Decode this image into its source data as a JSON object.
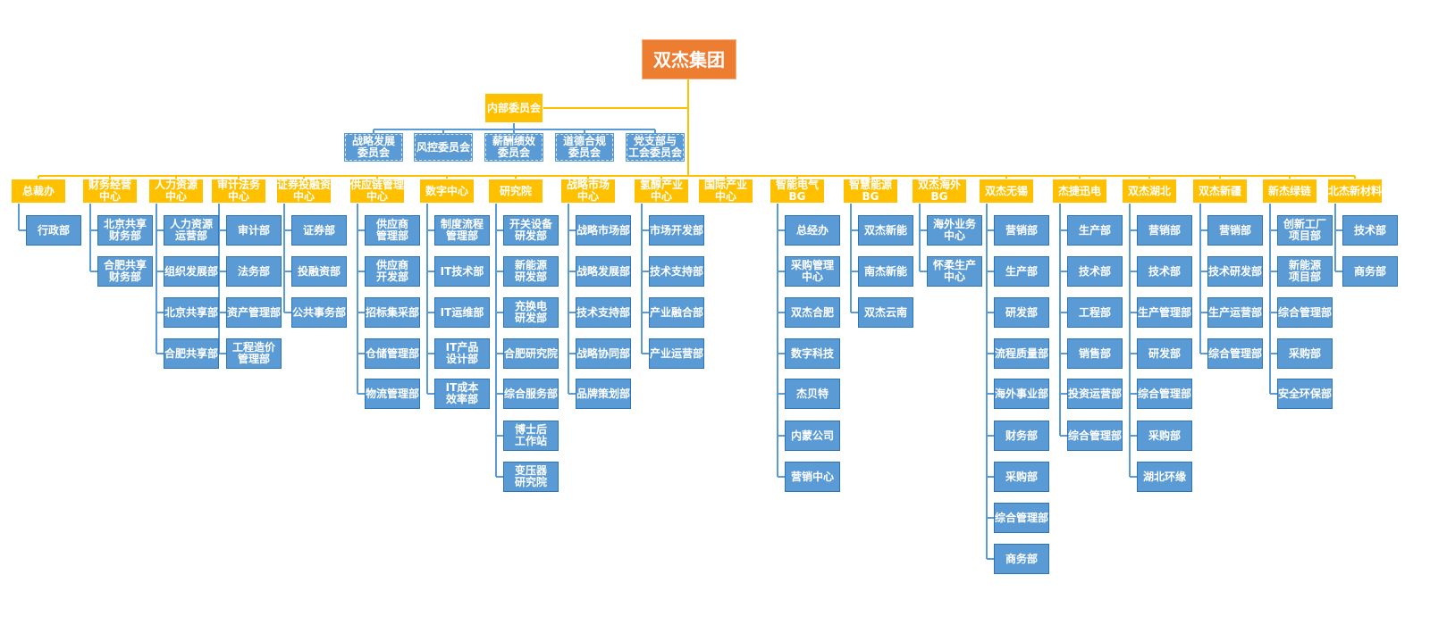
{
  "root": "双杰集团",
  "committee": {
    "label": "内部委员会",
    "members": [
      "战略发展\n委员会",
      "风控委员会",
      "薪酬绩效\n委员会",
      "道德合规\n委员会",
      "党支部与\n工会委员会"
    ]
  },
  "departments": [
    {
      "name": "总裁办",
      "children": [
        "行政部"
      ]
    },
    {
      "name": "财务经营\n中心",
      "children": [
        "北京共享\n财务部",
        "合肥共享\n财务部"
      ]
    },
    {
      "name": "人力资源\n中心",
      "children": [
        "人力资源\n运营部",
        "组织发展部",
        "北京共享部",
        "合肥共享部"
      ]
    },
    {
      "name": "审计法务\n中心",
      "children": [
        "审计部",
        "法务部",
        "资产管理部",
        "工程造价\n管理部"
      ]
    },
    {
      "name": "证券投融资\n中心",
      "children": [
        "证券部",
        "投融资部",
        "公共事务部"
      ]
    },
    {
      "name": "供应链管理\n中心",
      "children": [
        "供应商\n管理部",
        "供应商\n开发部",
        "招标集采部",
        "仓储管理部",
        "物流管理部"
      ]
    },
    {
      "name": "数字中心",
      "children": [
        "制度流程\n管理部",
        "IT技术部",
        "IT运维部",
        "IT产品\n设计部",
        "IT成本\n效率部"
      ]
    },
    {
      "name": "研究院",
      "children": [
        "开关设备\n研发部",
        "新能源\n研发部",
        "充换电\n研发部",
        "合肥研究院",
        "综合服务部",
        "博士后\n工作站",
        "变压器\n研究院"
      ]
    },
    {
      "name": "战略市场\n中心",
      "children": [
        "战略市场部",
        "战略发展部",
        "技术支持部",
        "战略协同部",
        "品牌策划部"
      ]
    },
    {
      "name": "氢醇产业\n中心",
      "children": [
        "市场开发部",
        "技术支持部",
        "产业融合部",
        "产业运营部"
      ]
    },
    {
      "name": "国际产业\n中心",
      "children": []
    },
    {
      "name": "智能电气\nBG",
      "children": [
        "总经办",
        "采购管理\n中心",
        "双杰合肥",
        "数字科技",
        "杰贝特",
        "内蒙公司",
        "营销中心"
      ]
    },
    {
      "name": "智慧能源\nBG",
      "children": [
        "双杰新能",
        "南杰新能",
        "双杰云南"
      ]
    },
    {
      "name": "双杰海外\nBG",
      "children": [
        "海外业务\n中心",
        "怀柔生产\n中心"
      ]
    },
    {
      "name": "双杰无锡",
      "children": [
        "营销部",
        "生产部",
        "研发部",
        "流程质量部",
        "海外事业部",
        "财务部",
        "采购部",
        "综合管理部",
        "商务部"
      ]
    },
    {
      "name": "杰捷迅电",
      "children": [
        "生产部",
        "技术部",
        "工程部",
        "销售部",
        "投资运营部",
        "综合管理部"
      ]
    },
    {
      "name": "双杰湖北",
      "children": [
        "营销部",
        "技术部",
        "生产管理部",
        "研发部",
        "综合管理部",
        "采购部",
        "湖北环缘"
      ]
    },
    {
      "name": "双杰新疆",
      "children": [
        "营销部",
        "技术研发部",
        "生产运营部",
        "综合管理部"
      ]
    },
    {
      "name": "新杰绿链",
      "children": [
        "创新工厂\n项目部",
        "新能源\n项目部",
        "综合管理部",
        "采购部",
        "安全环保部"
      ]
    },
    {
      "name": "北杰新材料",
      "children": [
        "技术部",
        "商务部"
      ]
    }
  ],
  "colors": {
    "root": "#ED7D31",
    "department": "#FFC000",
    "unit": "#5B9BD5",
    "connector_main": "#FFC000",
    "connector_sub": "#5B9BD5"
  }
}
